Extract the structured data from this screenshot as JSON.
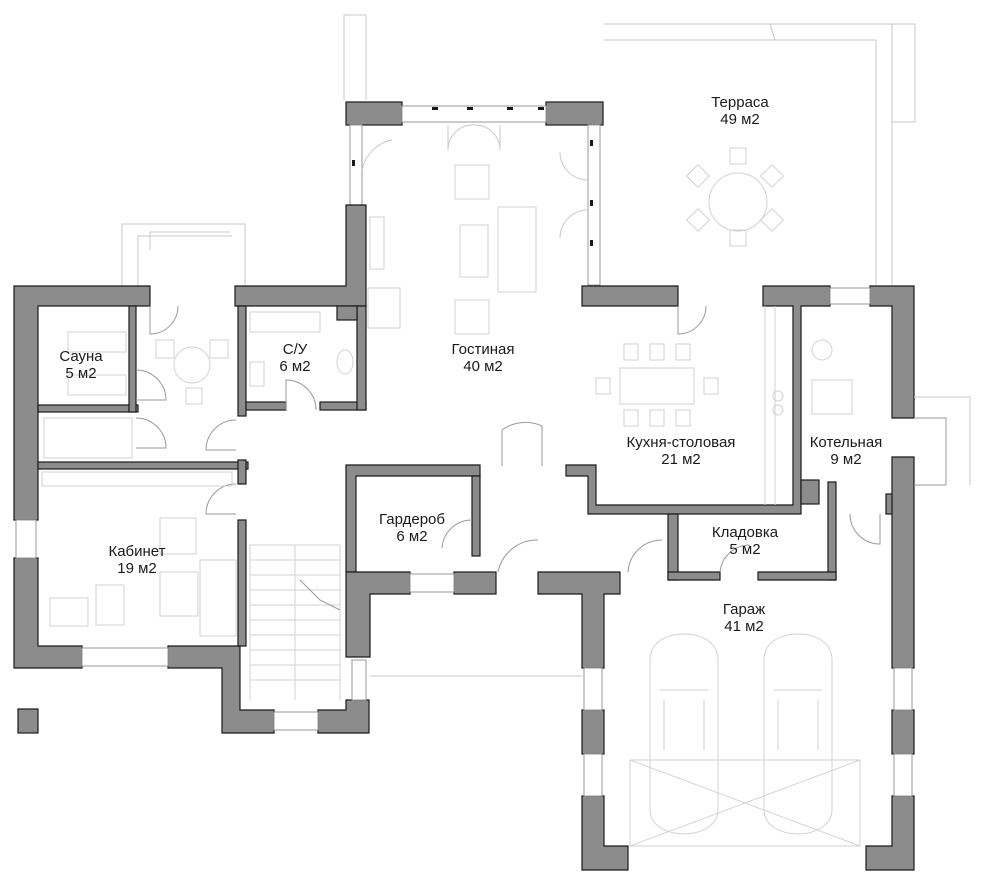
{
  "plan": {
    "rooms": [
      {
        "id": "terrace",
        "name": "Терраса",
        "area": "49 м2"
      },
      {
        "id": "living",
        "name": "Гостиная",
        "area": "40 м2"
      },
      {
        "id": "sauna",
        "name": "Сауна",
        "area": "5 м2"
      },
      {
        "id": "bathroom",
        "name": "С/У",
        "area": "6 м2"
      },
      {
        "id": "kitchen",
        "name": "Кухня-столовая",
        "area": "21 м2"
      },
      {
        "id": "boiler",
        "name": "Котельная",
        "area": "9 м2"
      },
      {
        "id": "wardrobe",
        "name": "Гардероб",
        "area": "6 м2"
      },
      {
        "id": "pantry",
        "name": "Кладовка",
        "area": "5 м2"
      },
      {
        "id": "office",
        "name": "Кабинет",
        "area": "19 м2"
      },
      {
        "id": "garage",
        "name": "Гараж",
        "area": "41 м2"
      }
    ]
  }
}
